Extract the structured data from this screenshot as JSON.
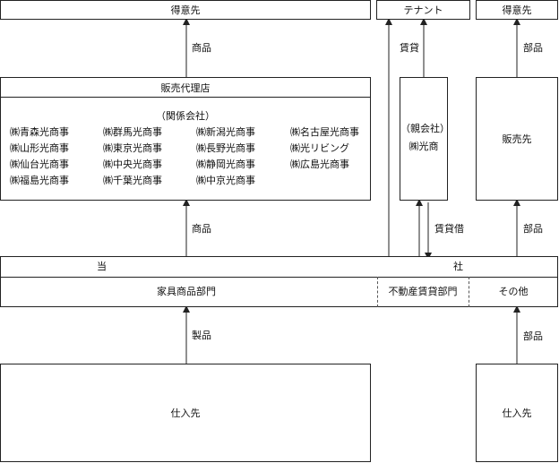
{
  "top": {
    "customer_left": "得意先",
    "tenant": "テナント",
    "customer_right": "得意先"
  },
  "agent": {
    "title": "販売代理店",
    "group_label": "（関係会社）",
    "companies": [
      [
        "㈱青森光商事",
        "㈱群馬光商事",
        "㈱新潟光商事",
        "㈱名古屋光商事"
      ],
      [
        "㈱山形光商事",
        "㈱東京光商事",
        "㈱長野光商事",
        "㈱光リビング"
      ],
      [
        "㈱仙台光商事",
        "㈱中央光商事",
        "㈱静岡光商事",
        "㈱広島光商事"
      ],
      [
        "㈱福島光商事",
        "㈱千葉光商事",
        "㈱中京光商事",
        ""
      ]
    ]
  },
  "parent": {
    "label": "（親会社）",
    "name": "㈱光商"
  },
  "sales_dest": "販売先",
  "company": {
    "char1": "当",
    "char2": "社",
    "dept_furniture": "家具商品部門",
    "dept_realestate": "不動産賃貸部門",
    "dept_other": "その他"
  },
  "suppliers": {
    "left": "仕入先",
    "right": "仕入先"
  },
  "flows": {
    "goods_top": "商品",
    "goods_mid": "商品",
    "products": "製品",
    "rental": "賃貸",
    "lease": "賃貸借",
    "parts_top": "部品",
    "parts_mid": "部品",
    "parts_bottom": "部品"
  }
}
